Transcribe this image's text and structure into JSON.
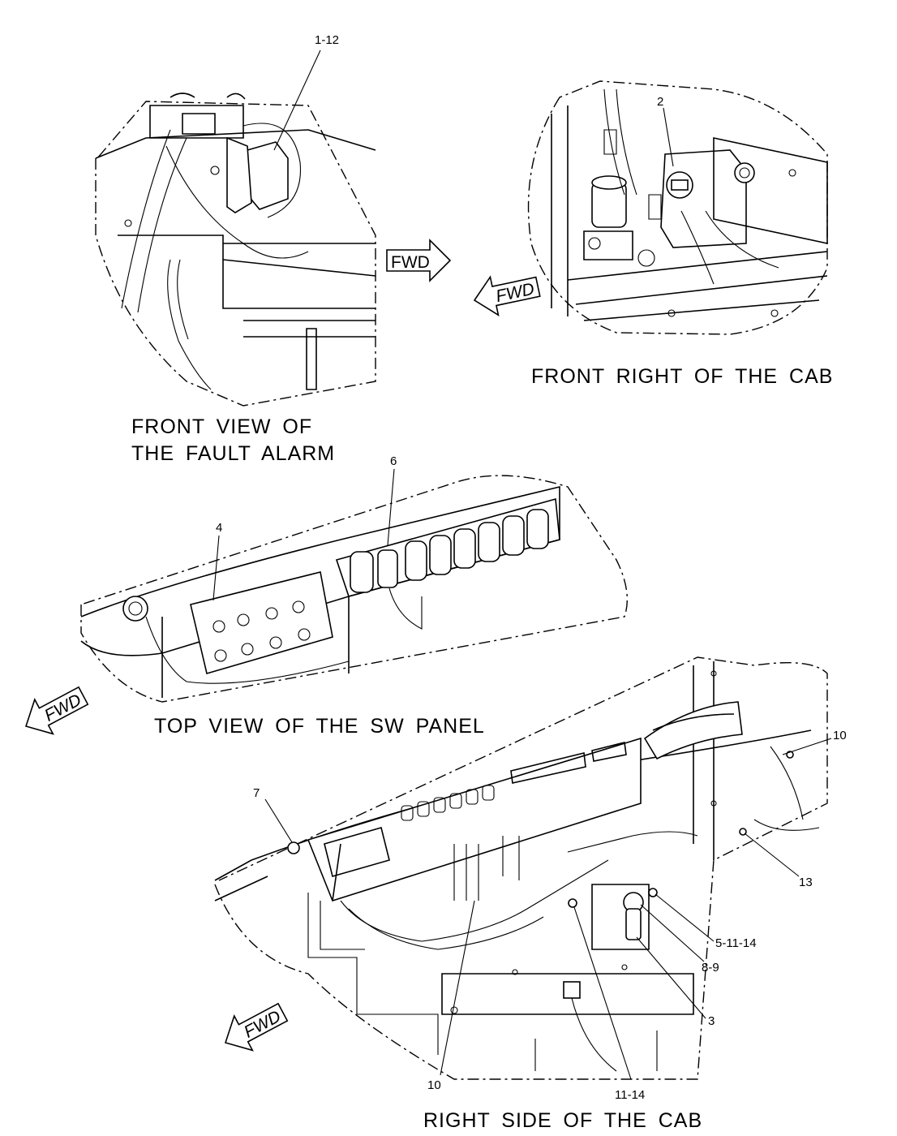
{
  "captions": {
    "front_view_line1": "FRONT VIEW OF",
    "front_view_line2": "THE FAULT ALARM",
    "front_right": "FRONT RIGHT OF THE CAB",
    "top_view": "TOP VIEW OF THE SW PANEL",
    "right_side": "RIGHT SIDE OF THE CAB"
  },
  "fwd_label": "FWD",
  "callouts": {
    "fault_alarm": "1-12",
    "front_right": "2",
    "sw_panel_left": "4",
    "sw_panel_right": "6",
    "right_side_7": "7",
    "right_side_10_top": "10",
    "right_side_13": "13",
    "right_side_5_11_14": "5-11-14",
    "right_side_8_9": "8-9",
    "right_side_3": "3",
    "right_side_10_bottom": "10",
    "right_side_11_14": "11-14"
  }
}
